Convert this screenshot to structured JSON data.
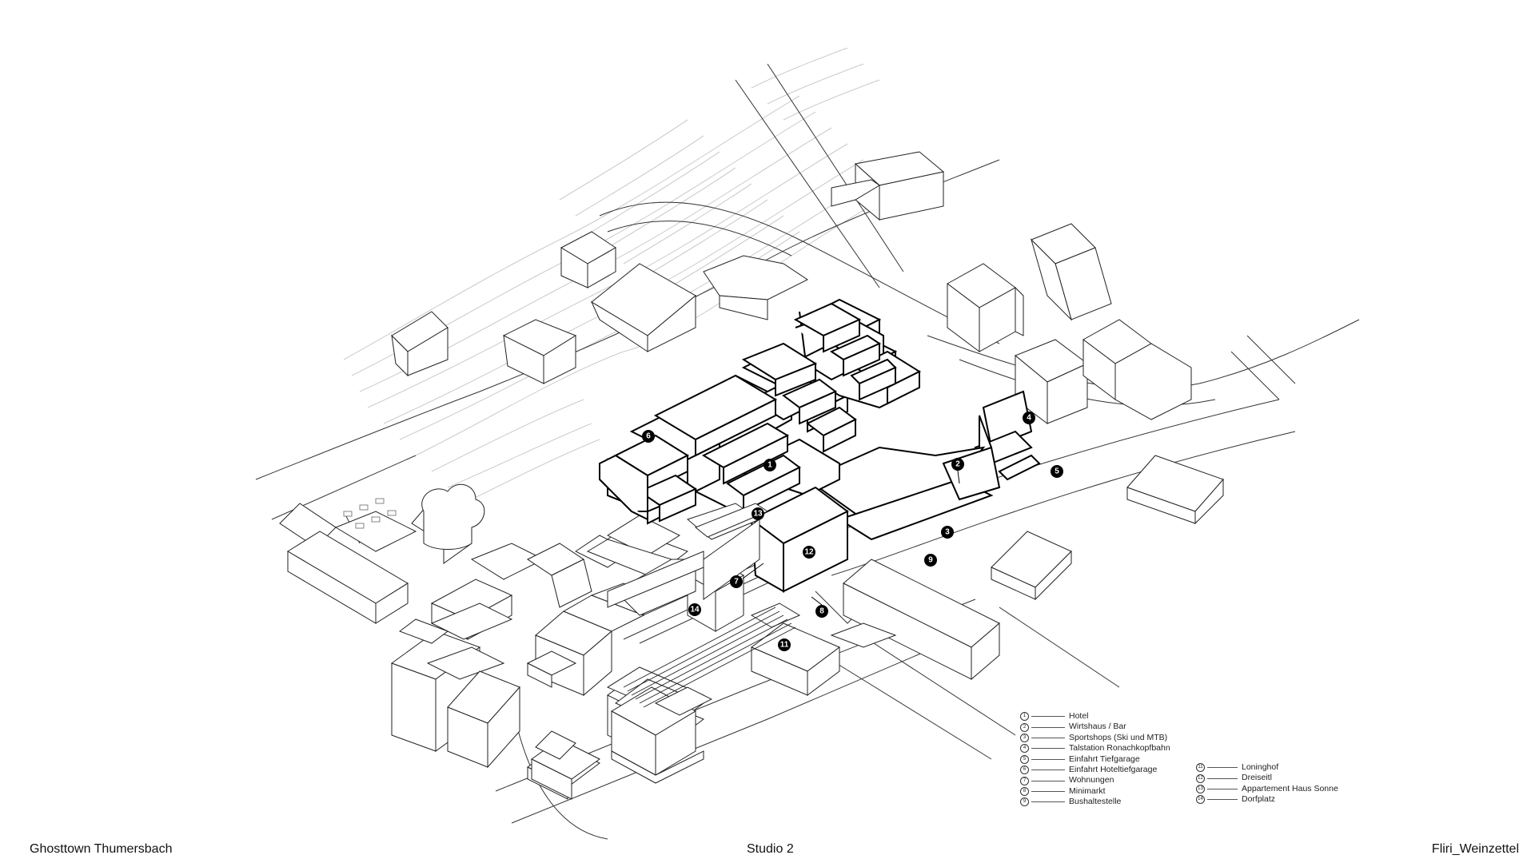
{
  "footer": {
    "left": "Ghosttown Thumersbach",
    "center": "Studio 2",
    "right": "Fliri_Weinzettel"
  },
  "legend_primary": [
    {
      "num": "1",
      "label": "Hotel"
    },
    {
      "num": "2",
      "label": "Wirtshaus / Bar"
    },
    {
      "num": "3",
      "label": "Sportshops (Ski und MTB)"
    },
    {
      "num": "4",
      "label": "Talstation Ronachkopfbahn"
    },
    {
      "num": "5",
      "label": "Einfahrt Tiefgarage"
    },
    {
      "num": "6",
      "label": "Einfahrt Hoteltiefgarage"
    },
    {
      "num": "7",
      "label": "Wohnungen"
    },
    {
      "num": "8",
      "label": "Minimarkt"
    },
    {
      "num": "9",
      "label": "Bushaltestelle"
    }
  ],
  "legend_secondary": [
    {
      "num": "11",
      "label": "Loninghof"
    },
    {
      "num": "12",
      "label": "Dreiseitl"
    },
    {
      "num": "13",
      "label": "Appartement Haus Sonne"
    },
    {
      "num": "14",
      "label": "Dorfplatz"
    }
  ],
  "map_markers": [
    {
      "num": "1"
    },
    {
      "num": "2"
    },
    {
      "num": "3"
    },
    {
      "num": "4"
    },
    {
      "num": "5"
    },
    {
      "num": "6"
    },
    {
      "num": "7"
    },
    {
      "num": "8"
    },
    {
      "num": "9"
    },
    {
      "num": "11"
    },
    {
      "num": "12"
    },
    {
      "num": "13"
    },
    {
      "num": "14"
    }
  ]
}
